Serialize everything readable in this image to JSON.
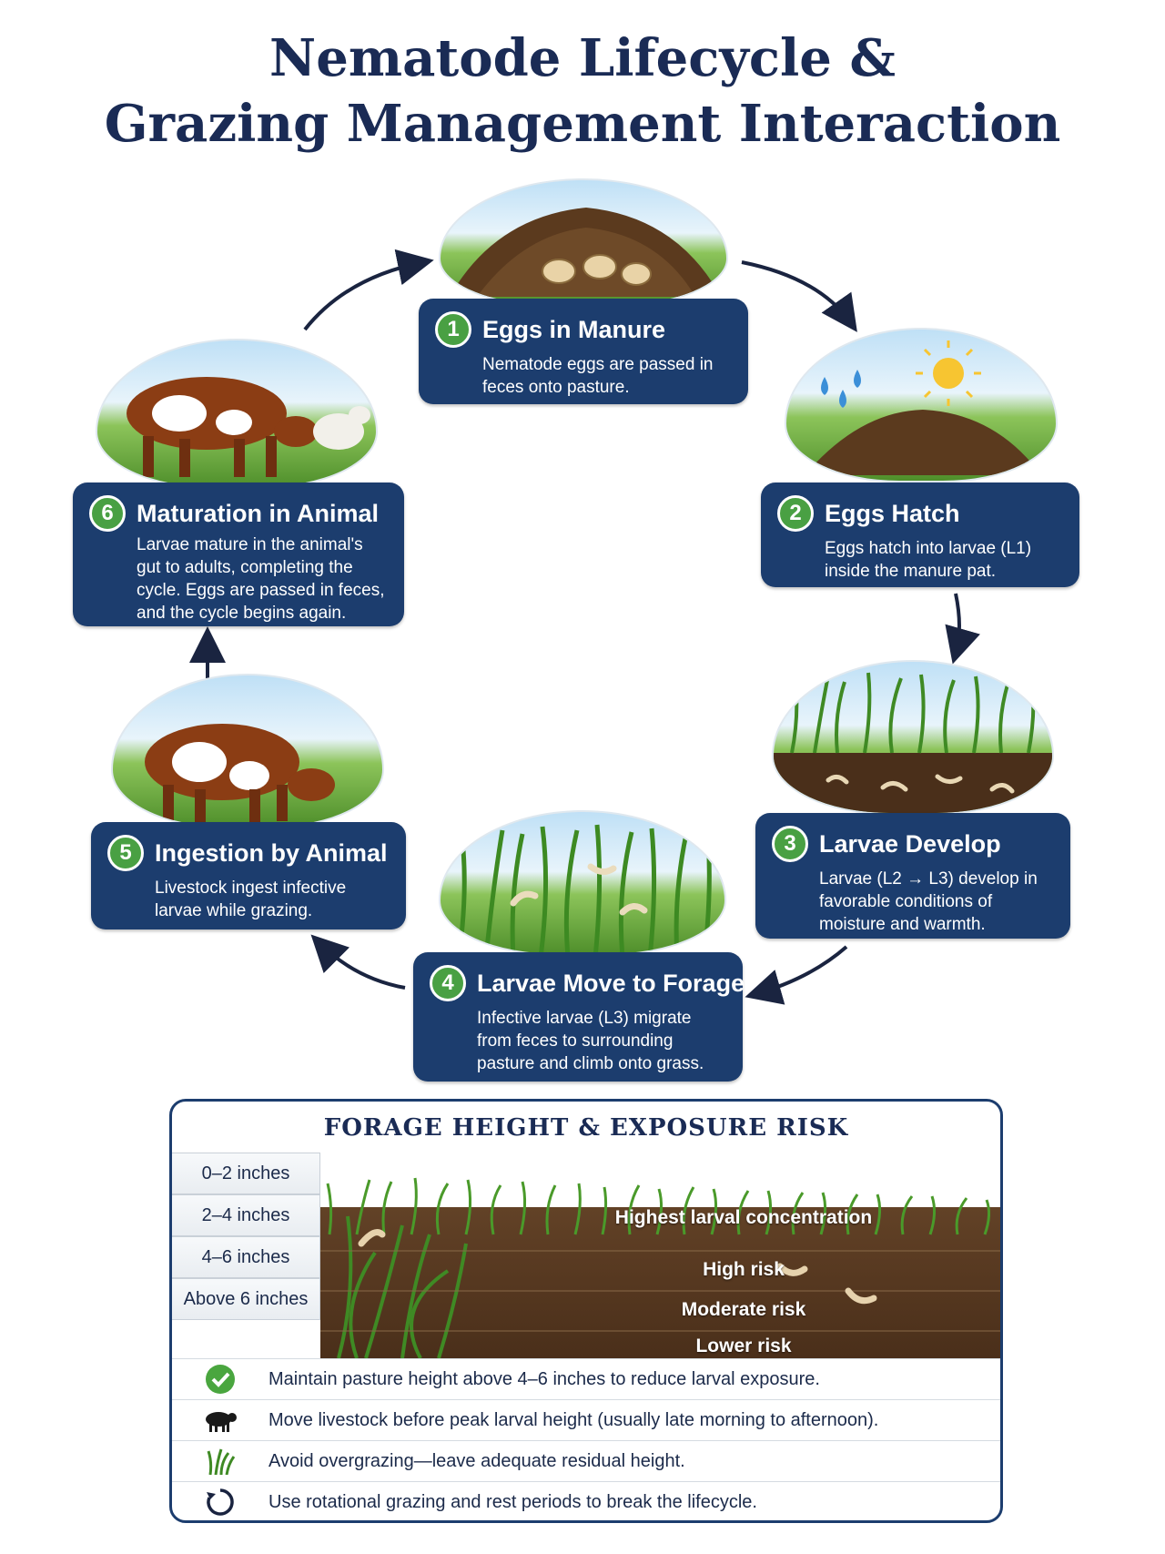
{
  "title": {
    "line1": "Nematode Lifecycle &",
    "line2": "Grazing Management Interaction"
  },
  "steps": [
    {
      "number": "1",
      "title": "Eggs in Manure",
      "description": "Nematode eggs are passed in feces onto pasture."
    },
    {
      "number": "2",
      "title": "Eggs Hatch",
      "description": "Eggs hatch into larvae (L1) inside the manure pat."
    },
    {
      "number": "3",
      "title": "Larvae Develop",
      "description": "Larvae (L2 → L3) develop in favorable conditions of moisture and warmth."
    },
    {
      "number": "4",
      "title": "Larvae Move to Forage",
      "description": "Infective larvae (L3) migrate from feces to surrounding pasture and climb onto grass."
    },
    {
      "number": "5",
      "title": "Ingestion by Animal",
      "description": "Livestock ingest infective larvae while grazing."
    },
    {
      "number": "6",
      "title": "Maturation in Animal",
      "description": "Larvae mature in the animal's gut to adults, completing the cycle. Eggs are passed in feces, and the cycle begins again."
    }
  ],
  "forage": {
    "title": "FORAGE  HEIGHT  &  EXPOSURE RISK",
    "heights": [
      "0–2 inches",
      "2–4 inches",
      "4–6 inches",
      "Above 6 inches"
    ],
    "risks": [
      "Highest larval concentration",
      "High risk",
      "Moderate risk",
      "Lower risk"
    ]
  },
  "tips": [
    {
      "icon": "check-icon",
      "text": "Maintain pasture height above 4–6 inches to reduce larval exposure."
    },
    {
      "icon": "cow-icon",
      "text": "Move livestock before peak larval height (usually late morning to afternoon)."
    },
    {
      "icon": "grass-icon",
      "text": "Avoid overgrazing—leave adequate residual height."
    },
    {
      "icon": "rotate-icon",
      "text": "Use rotational grazing and rest periods to break the lifecycle."
    }
  ],
  "colors": {
    "card": "#1c3d6e",
    "badge": "#49a043",
    "title": "#1a2b55",
    "soil": "#5a3b22",
    "grass": "#4f8f2b"
  }
}
